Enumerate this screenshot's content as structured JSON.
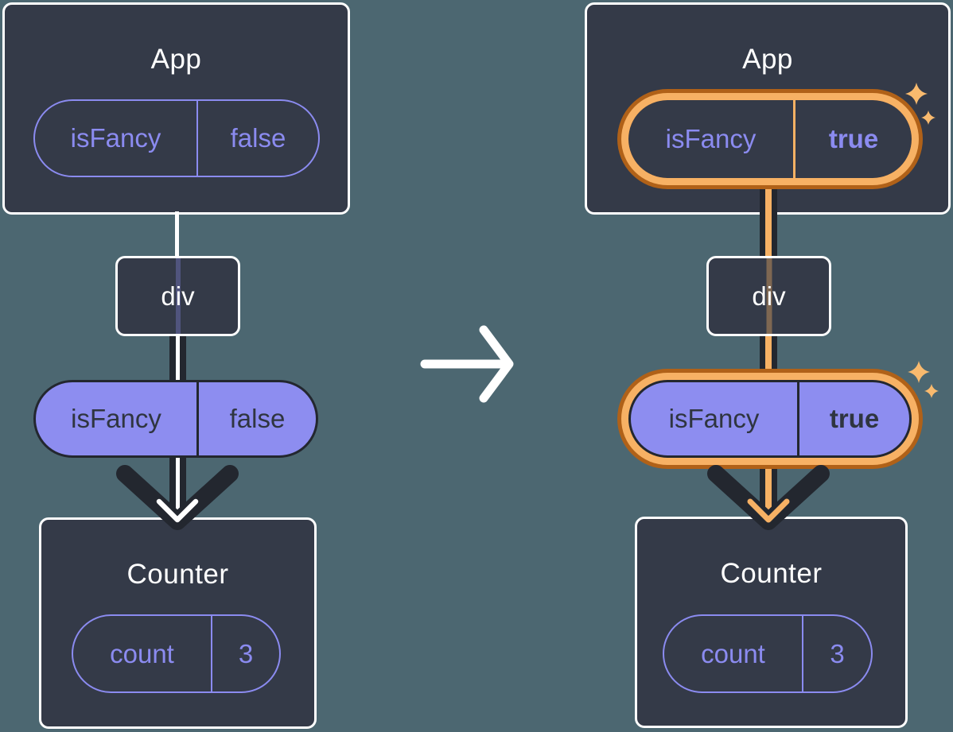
{
  "colors": {
    "background": "#4c6771",
    "card": "#343a48",
    "card_border": "#ffffff",
    "purple": "#8b8bf0",
    "pill_fill": "#8d8df0",
    "dark": "#23272f",
    "dark_text": "#2f3540",
    "orange_light": "#f7b164",
    "orange_dark": "#b06118",
    "sparkle": "#f9ba6e",
    "arrow_white": "#ffffff"
  },
  "before": {
    "app": {
      "title": "App",
      "prop_name": "isFancy",
      "prop_value": "false"
    },
    "div_node": {
      "label": "div"
    },
    "prop_pill": {
      "name": "isFancy",
      "value": "false"
    },
    "counter": {
      "title": "Counter",
      "state_name": "count",
      "state_value": "3"
    }
  },
  "after": {
    "app": {
      "title": "App",
      "prop_name": "isFancy",
      "prop_value": "true"
    },
    "div_node": {
      "label": "div"
    },
    "prop_pill": {
      "name": "isFancy",
      "value": "true"
    },
    "counter": {
      "title": "Counter",
      "state_name": "count",
      "state_value": "3"
    }
  }
}
